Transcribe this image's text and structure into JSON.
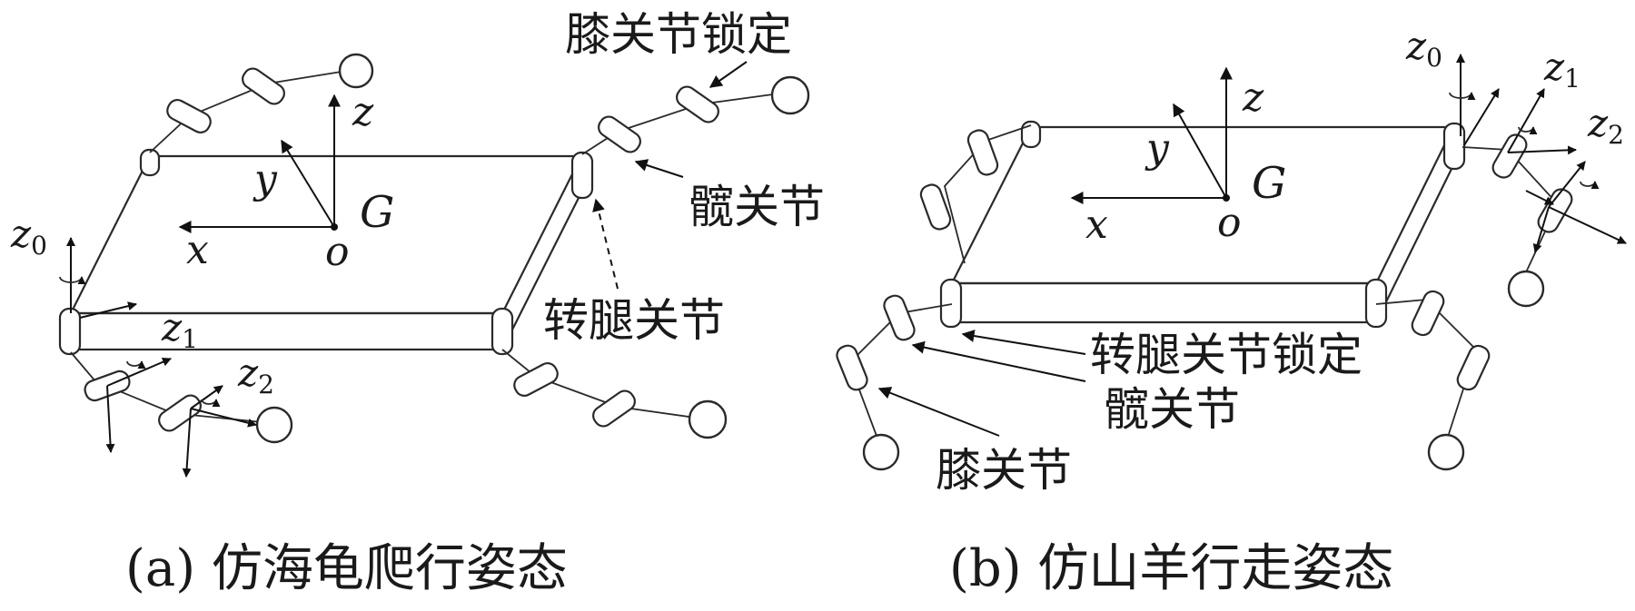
{
  "panel_a": {
    "axis_z": "z",
    "axis_y": "y",
    "axis_x": "x",
    "origin": "o",
    "centroid": "G",
    "joint_axis_z0": {
      "base": "z",
      "sub": "0"
    },
    "joint_axis_z1": {
      "base": "z",
      "sub": "1"
    },
    "joint_axis_z2": {
      "base": "z",
      "sub": "2"
    },
    "label_knee_locked": "膝关节锁定",
    "label_hip": "髋关节",
    "label_rotating_leg": "转腿关节",
    "caption": "(a)  仿海龟爬行姿态"
  },
  "panel_b": {
    "axis_z": "z",
    "axis_y": "y",
    "axis_x": "x",
    "origin": "o",
    "centroid": "G",
    "joint_axis_z0": {
      "base": "z",
      "sub": "0"
    },
    "joint_axis_z1": {
      "base": "z",
      "sub": "1"
    },
    "joint_axis_z2": {
      "base": "z",
      "sub": "2"
    },
    "label_rotating_leg_locked": "转腿关节锁定",
    "label_hip": "髋关节",
    "label_knee": "膝关节",
    "caption": "(b)  仿山羊行走姿态"
  }
}
